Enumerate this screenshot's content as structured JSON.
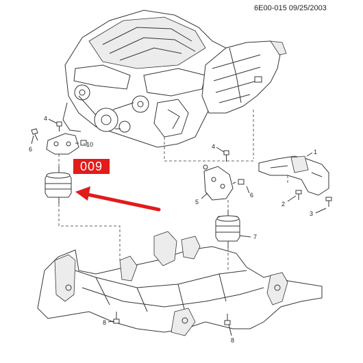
{
  "header": {
    "doc_code": "6E00-015 09/25/2003"
  },
  "callout": {
    "label": "009",
    "color": "#e21b1b"
  },
  "labels": [
    {
      "name": "4",
      "t": "4"
    },
    {
      "name": "6",
      "t": "6"
    },
    {
      "name": "10",
      "t": "10"
    },
    {
      "name": "4b",
      "t": "4"
    },
    {
      "name": "1",
      "t": "1"
    },
    {
      "name": "5",
      "t": "5"
    },
    {
      "name": "6b",
      "t": "6"
    },
    {
      "name": "2",
      "t": "2"
    },
    {
      "name": "3",
      "t": "3"
    },
    {
      "name": "7",
      "t": "7"
    },
    {
      "name": "8",
      "t": "8"
    },
    {
      "name": "8b",
      "t": "8"
    }
  ]
}
